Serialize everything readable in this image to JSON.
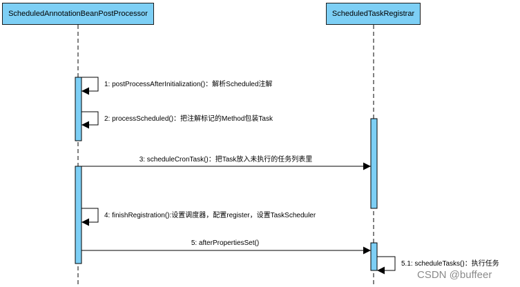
{
  "participants": {
    "left": "ScheduledAnnotationBeanPostProcessor",
    "right": "ScheduledTaskRegistrar"
  },
  "messages": {
    "m1": "1: postProcessAfterInitialization()：解析Scheduled注解",
    "m2": "2: processScheduled()：把注解标记的Method包装Task",
    "m3": "3: scheduleCronTask()：把Task放入未执行的任务列表里",
    "m4": "4: finishRegistration():设置调度器，配置register，设置TaskScheduler",
    "m5": "5: afterPropertiesSet()",
    "m51": "5.1: scheduleTasks()：执行任务"
  },
  "colors": {
    "participant_fill": "#7dcff5",
    "activation_fill": "#7dcff5",
    "line": "#000000"
  },
  "watermark": "CSDN @buffeer"
}
